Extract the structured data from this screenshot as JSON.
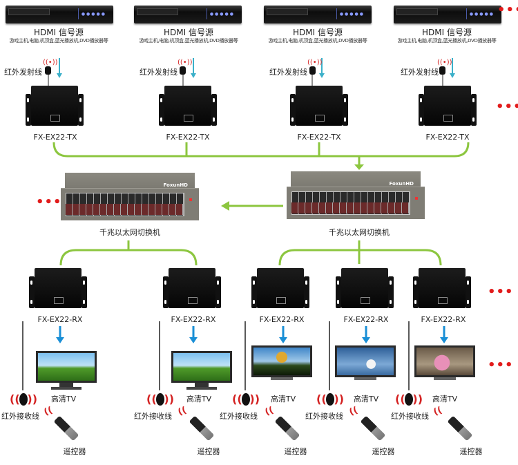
{
  "colors": {
    "network_line": "#8cc63f",
    "signal_arrow": "#1a8fd6",
    "source_arrow": "#3bb0c9",
    "ir_red": "#d42222",
    "ellipsis": "#e21c1c"
  },
  "sources": [
    {
      "title": "HDMI 信号源",
      "subtitle": "游戏主机,电脑,机顶盒,蓝光播放机,DVD播放器等",
      "ir_label": "红外发射线",
      "tx_label": "FX-EX22-TX"
    },
    {
      "title": "HDMI 信号源",
      "subtitle": "游戏主机,电脑,机顶盒,蓝光播放机,DVD播放器等",
      "ir_label": "红外发射线",
      "tx_label": "FX-EX22-TX"
    },
    {
      "title": "HDMI 信号源",
      "subtitle": "游戏主机,电脑,机顶盒,蓝光播放机,DVD播放器等",
      "ir_label": "红外发射线",
      "tx_label": "FX-EX22-TX"
    },
    {
      "title": "HDMI 信号源",
      "subtitle": "游戏主机,电脑,机顶盒,蓝光播放机,DVD播放器等",
      "ir_label": "红外发射线",
      "tx_label": "FX-EX22-TX"
    }
  ],
  "switches": [
    {
      "label": "千兆以太网切换机",
      "brand": "FoxunHD"
    },
    {
      "label": "千兆以太网切换机",
      "brand": "FoxunHD"
    }
  ],
  "receivers": [
    {
      "rx_label": "FX-EX22-RX",
      "tv_label": "高清TV",
      "ir_label": "红外接收线",
      "remote_label": "遥控器"
    },
    {
      "rx_label": "FX-EX22-RX",
      "tv_label": "高清TV",
      "ir_label": "红外接收线",
      "remote_label": "遥控器"
    },
    {
      "rx_label": "FX-EX22-RX",
      "tv_label": "高清TV",
      "ir_label": "红外接收线",
      "remote_label": "遥控器"
    },
    {
      "rx_label": "FX-EX22-RX",
      "tv_label": "高清TV",
      "ir_label": "红外接收线",
      "remote_label": "遥控器"
    },
    {
      "rx_label": "FX-EX22-RX",
      "tv_label": "高清TV",
      "ir_label": "红外接收线",
      "remote_label": "遥控器"
    }
  ],
  "ellipsis": "•••"
}
